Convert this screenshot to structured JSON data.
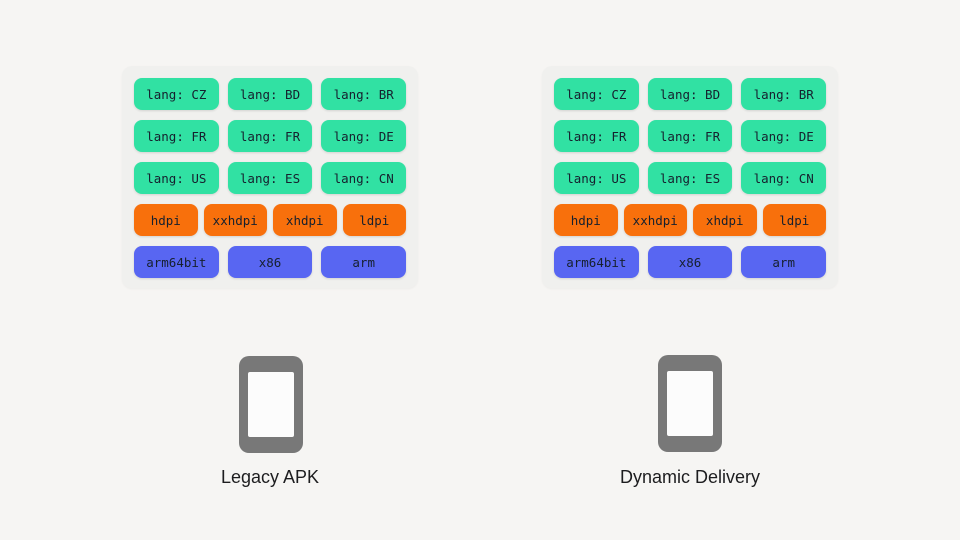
{
  "colors": {
    "page_bg": "#f6f5f3",
    "card_bg": "#f0f0ee",
    "chip_green": "#31e1a3",
    "chip_orange": "#f8700c",
    "chip_blue": "#5866f2",
    "chip_text": "#16202e",
    "phone_gray": "#787878",
    "phone_screen": "#fcfcfc",
    "label_text": "#1d1d1f"
  },
  "icons": {
    "phone": "phone-icon"
  },
  "panels": [
    {
      "label": "Legacy APK",
      "rows": [
        {
          "type": "language",
          "color": "green",
          "chips": [
            "lang: CZ",
            "lang: BD",
            "lang: BR"
          ]
        },
        {
          "type": "language",
          "color": "green",
          "chips": [
            "lang: FR",
            "lang: FR",
            "lang: DE"
          ]
        },
        {
          "type": "language",
          "color": "green",
          "chips": [
            "lang: US",
            "lang: ES",
            "lang: CN"
          ]
        },
        {
          "type": "density",
          "color": "orange",
          "chips": [
            "hdpi",
            "xxhdpi",
            "xhdpi",
            "ldpi"
          ]
        },
        {
          "type": "abi",
          "color": "blue",
          "chips": [
            "arm64bit",
            "x86",
            "arm"
          ]
        }
      ]
    },
    {
      "label": "Dynamic Delivery",
      "rows": [
        {
          "type": "language",
          "color": "green",
          "chips": [
            "lang: CZ",
            "lang: BD",
            "lang: BR"
          ]
        },
        {
          "type": "language",
          "color": "green",
          "chips": [
            "lang: FR",
            "lang: FR",
            "lang: DE"
          ]
        },
        {
          "type": "language",
          "color": "green",
          "chips": [
            "lang: US",
            "lang: ES",
            "lang: CN"
          ]
        },
        {
          "type": "density",
          "color": "orange",
          "chips": [
            "hdpi",
            "xxhdpi",
            "xhdpi",
            "ldpi"
          ]
        },
        {
          "type": "abi",
          "color": "blue",
          "chips": [
            "arm64bit",
            "x86",
            "arm"
          ]
        }
      ]
    }
  ]
}
